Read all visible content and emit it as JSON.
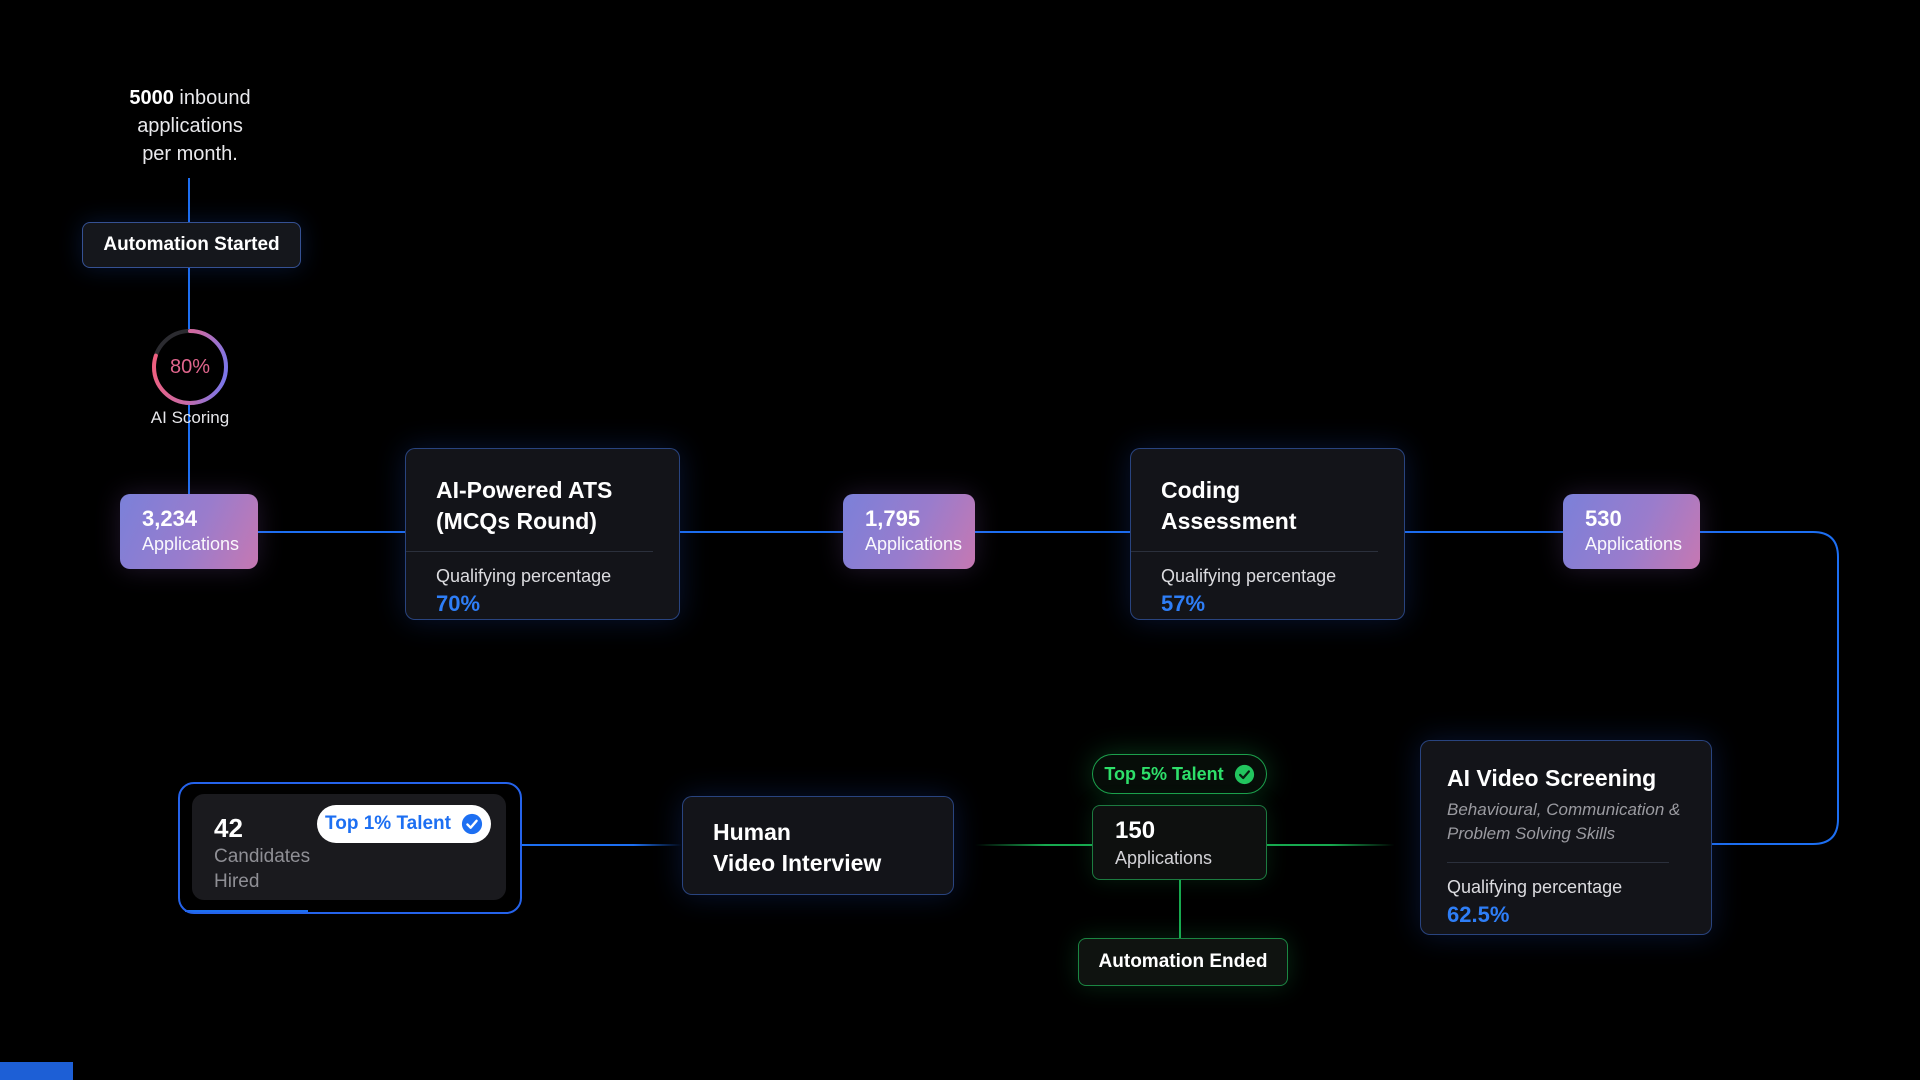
{
  "colors": {
    "background": "#000000",
    "blue_line": "#1d6ff2",
    "green_line": "#17a94f",
    "percent_text": "#2e7ef7",
    "green_text": "#2ee06a",
    "badge_blue_text": "#1d6ff2",
    "stat_gradient_start": "#7b80d9",
    "stat_gradient_end": "#c678b2",
    "ring_pink": "#ef5f7f",
    "ring_purple": "#7b76ea"
  },
  "intro": {
    "bold": "5000",
    "line1_rest": " inbound",
    "line2": "applications",
    "line3": "per month."
  },
  "automation_started": {
    "label": "Automation Started"
  },
  "ai_scoring": {
    "percent": "80%",
    "label": "AI Scoring"
  },
  "stages": {
    "applications_1": {
      "value": "3,234",
      "label": "Applications"
    },
    "applications_2": {
      "value": "1,795",
      "label": "Applications"
    },
    "applications_3": {
      "value": "530",
      "label": "Applications"
    }
  },
  "ats_card": {
    "title_line1": "AI-Powered ATS",
    "title_line2": "(MCQs Round)",
    "qualifying_label": "Qualifying percentage",
    "qualifying_value": "70%"
  },
  "coding_card": {
    "title_line1": "Coding",
    "title_line2": "Assessment",
    "qualifying_label": "Qualifying percentage",
    "qualifying_value": "57%"
  },
  "video_screening_card": {
    "title": "AI Video Screening",
    "subtitle_line1": "Behavioural, Communication &",
    "subtitle_line2": "Problem Solving Skills",
    "qualifying_label": "Qualifying percentage",
    "qualifying_value": "62.5%"
  },
  "top5_badge": {
    "label": "Top 5% Talent",
    "icon": "verified-check"
  },
  "applications_150": {
    "value": "150",
    "label": "Applications"
  },
  "automation_ended": {
    "label": "Automation Ended"
  },
  "human_interview": {
    "line1": "Human",
    "line2": "Video Interview"
  },
  "hired_card": {
    "value": "42",
    "label_line1": "Candidates",
    "label_line2": "Hired",
    "badge_label": "Top 1% Talent",
    "badge_icon": "verified-check"
  }
}
